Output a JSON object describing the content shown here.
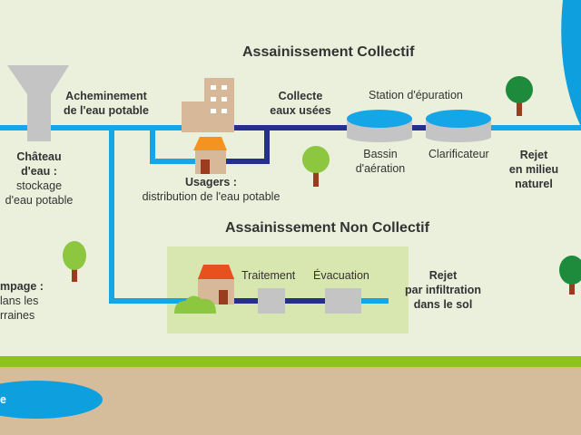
{
  "titles": {
    "collectif": "Assainissement Collectif",
    "non_collectif": "Assainissement Non Collectif"
  },
  "labels": {
    "acheminement": [
      "Acheminement",
      "de l'eau potable"
    ],
    "chateau_title": [
      "Château",
      "d'eau :"
    ],
    "chateau_desc": [
      "stockage",
      "d'eau potable"
    ],
    "collecte": [
      "Collecte",
      "eaux usées"
    ],
    "station": "Station d'épuration",
    "bassin": [
      "Bassin",
      "d'aération"
    ],
    "clarificateur": "Clarificateur",
    "rejet_milieu": [
      "Rejet",
      "en milieu",
      "naturel"
    ],
    "usagers_title": "Usagers :",
    "usagers_desc": "distribution de l'eau potable",
    "pompage": [
      "mpage :",
      "lans les",
      "rraines"
    ],
    "traitement": "Traitement",
    "evacuation": "Évacuation",
    "rejet_infiltration": [
      "Rejet",
      "par infiltration",
      "dans le sol"
    ],
    "nappe": "e"
  },
  "colors": {
    "background": "#eaf0dc",
    "clean_water": "#14a6e6",
    "waste_water": "#25308a",
    "ground": "#d5bd9c",
    "grass": "#8dc21f"
  }
}
